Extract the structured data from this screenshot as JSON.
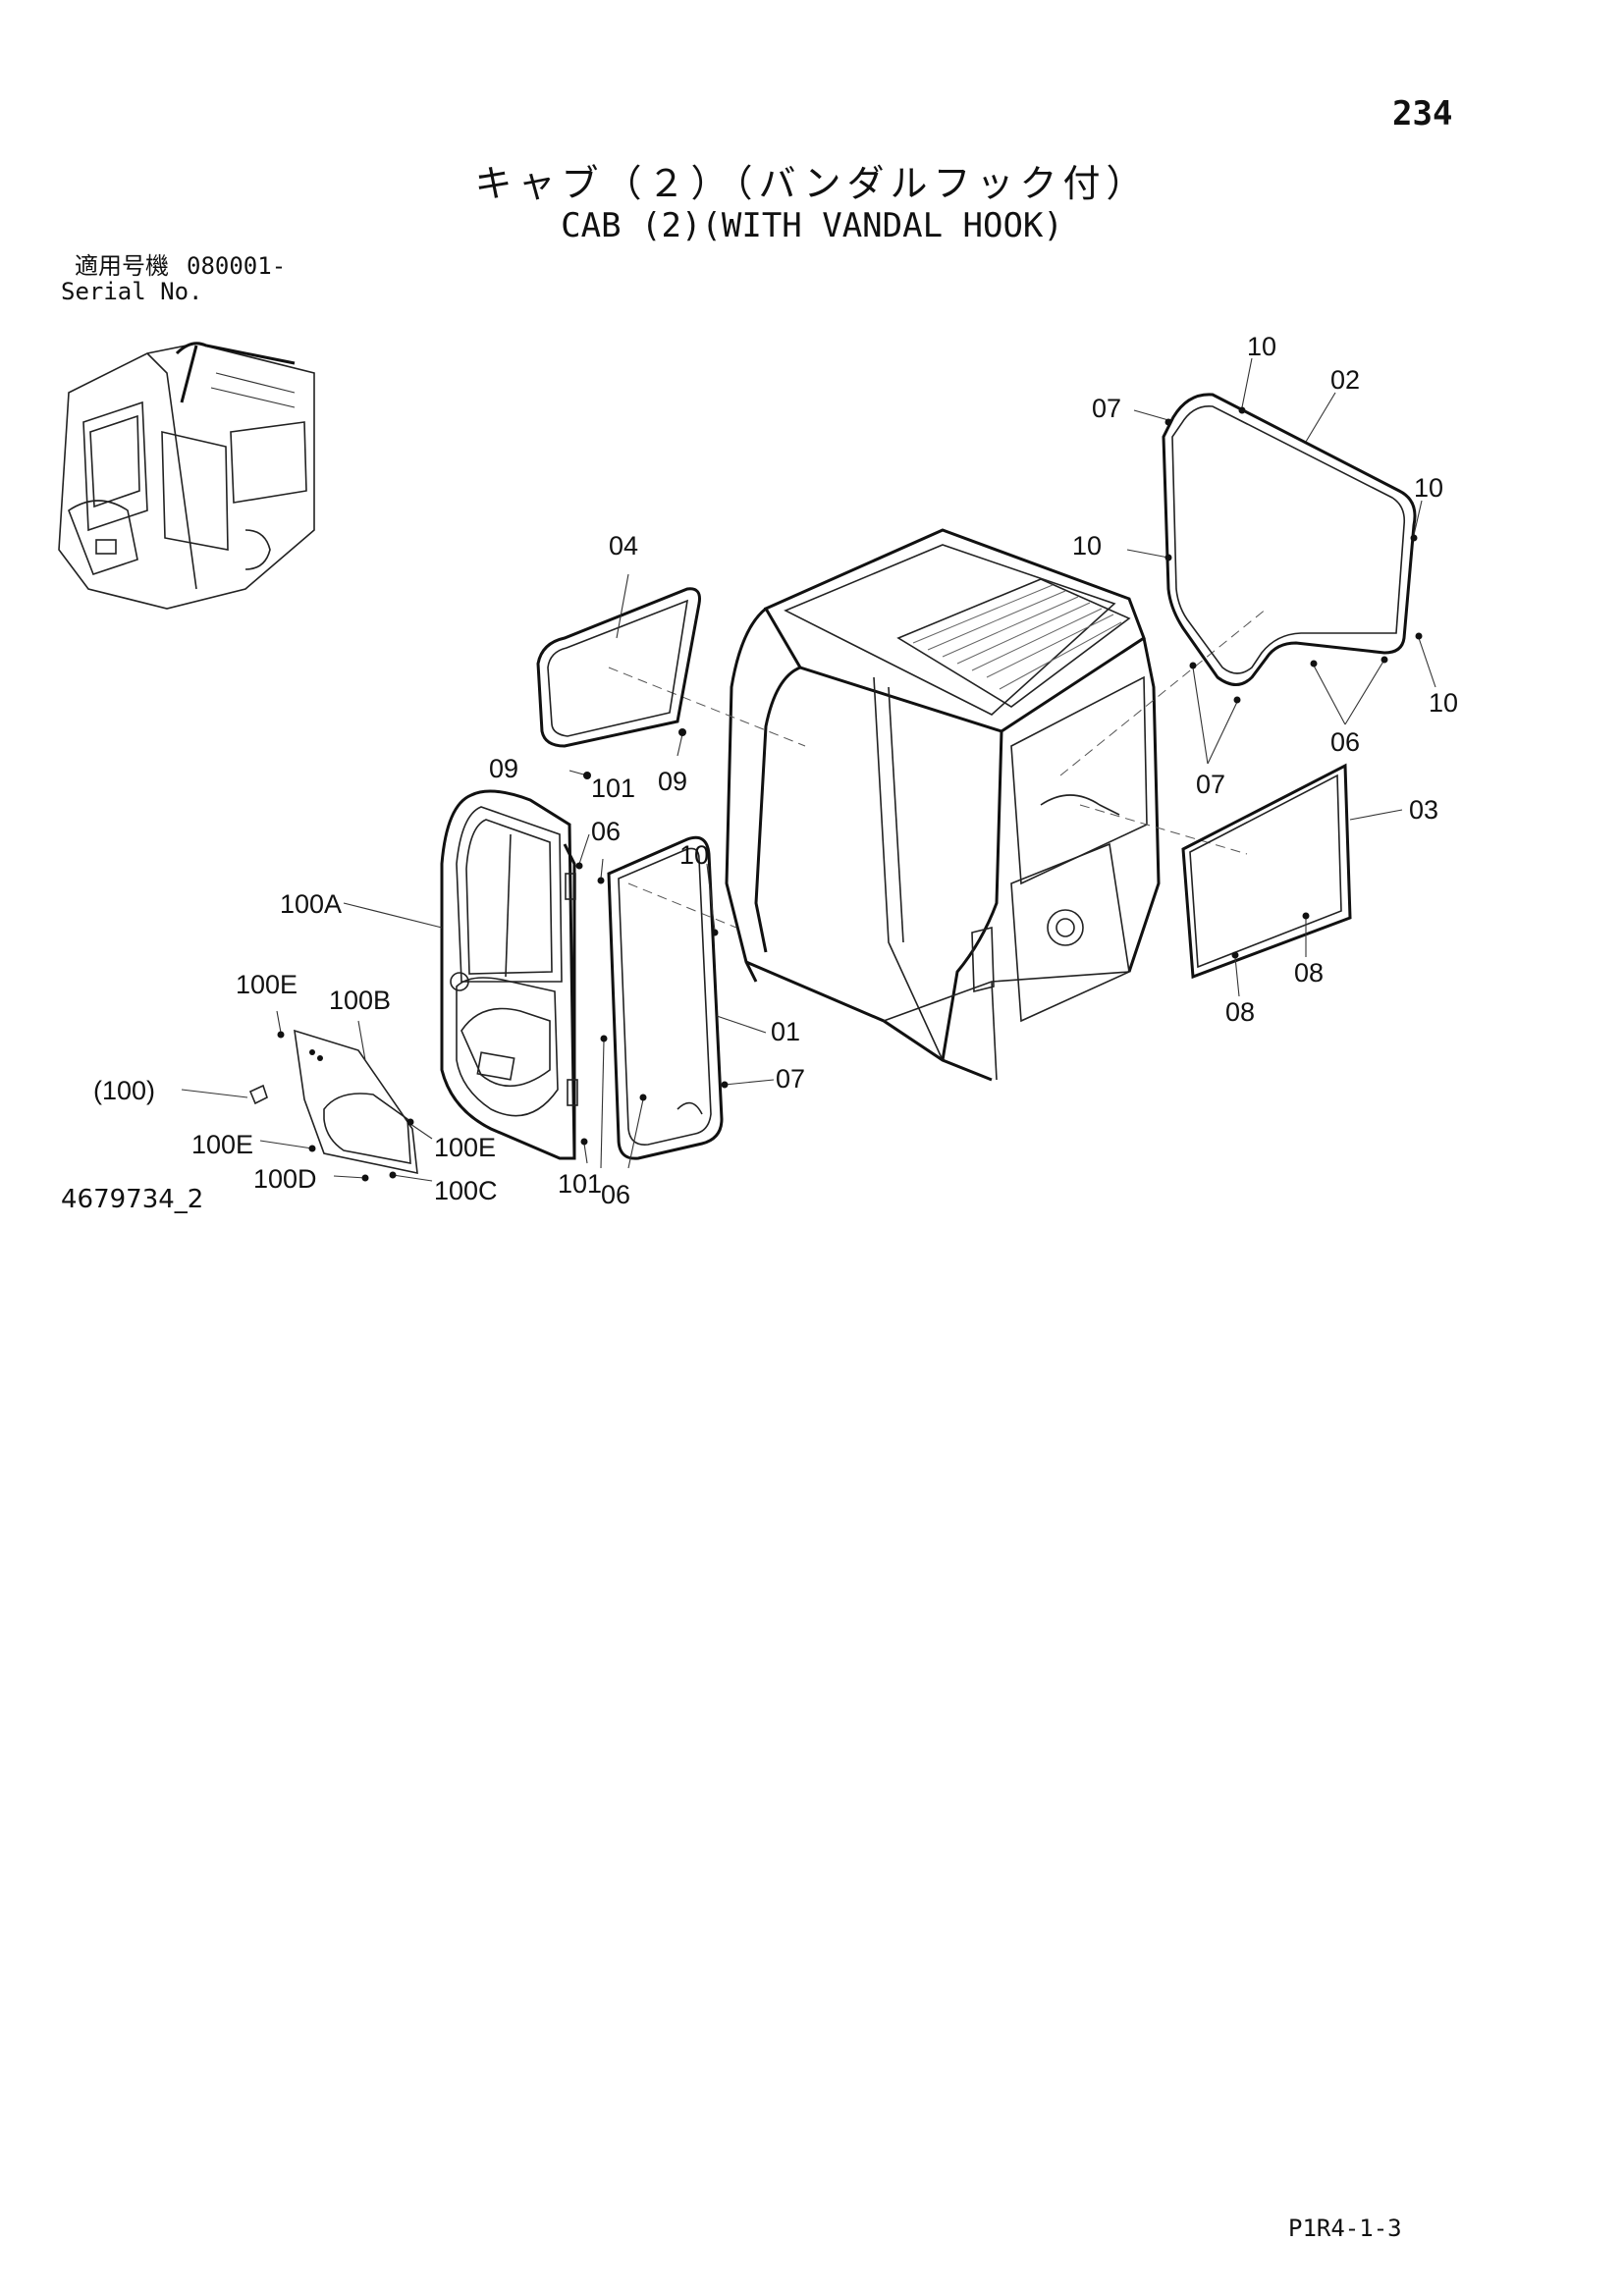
{
  "header": {
    "page_number": "234",
    "title_jp": "キャブ（２）（バンダルフック付）",
    "title_en": "CAB (2)(WITH VANDAL HOOK)"
  },
  "serial": {
    "label_jp": "適用号機",
    "value": "080001-",
    "label_en": "Serial No."
  },
  "callouts": [
    "10",
    "02",
    "07",
    "10",
    "10",
    "04",
    "10",
    "06",
    "09",
    "09",
    "07",
    "101",
    "06",
    "03",
    "10",
    "100A",
    "100E",
    "100B",
    "01",
    "08",
    "08",
    "07",
    "(100)",
    "100E",
    "100E",
    "101",
    "06",
    "100D",
    "100C"
  ],
  "footer": {
    "drawing_number": "4679734_2",
    "sheet_code": "P1R4-1-3"
  }
}
